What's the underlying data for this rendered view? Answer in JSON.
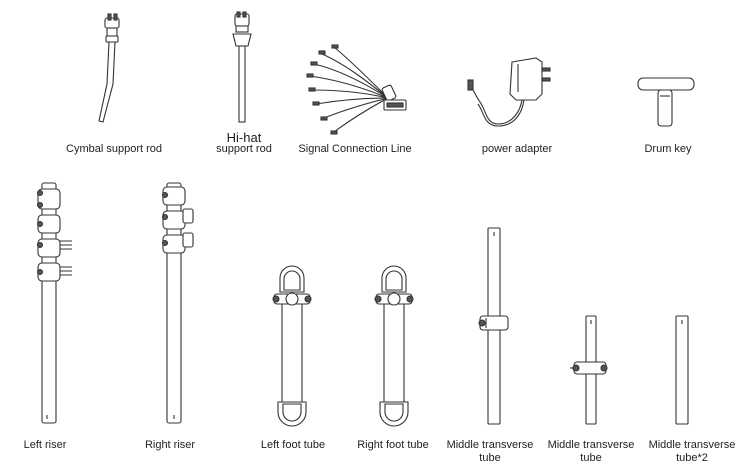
{
  "parts": [
    {
      "id": "cymbal-support-rod",
      "label": "Cymbal support rod"
    },
    {
      "id": "hihat-support-rod",
      "label_line1": "Hi-hat",
      "label_line2": "support rod"
    },
    {
      "id": "signal-connection-line",
      "label": "Signal Connection Line"
    },
    {
      "id": "power-adapter",
      "label": "power adapter"
    },
    {
      "id": "drum-key",
      "label": "Drum key"
    },
    {
      "id": "left-riser",
      "label": "Left riser"
    },
    {
      "id": "right-riser",
      "label": "Right riser"
    },
    {
      "id": "left-foot-tube",
      "label": "Left foot tube"
    },
    {
      "id": "right-foot-tube",
      "label": "Right foot tube"
    },
    {
      "id": "middle-transverse-tube-1",
      "label_line1": "Middle transverse",
      "label_line2": "tube"
    },
    {
      "id": "middle-transverse-tube-2",
      "label_line1": "Middle transverse",
      "label_line2": "tube"
    },
    {
      "id": "middle-transverse-tube-3",
      "label_line1": "Middle transverse",
      "label_line2": "tube*2"
    }
  ]
}
